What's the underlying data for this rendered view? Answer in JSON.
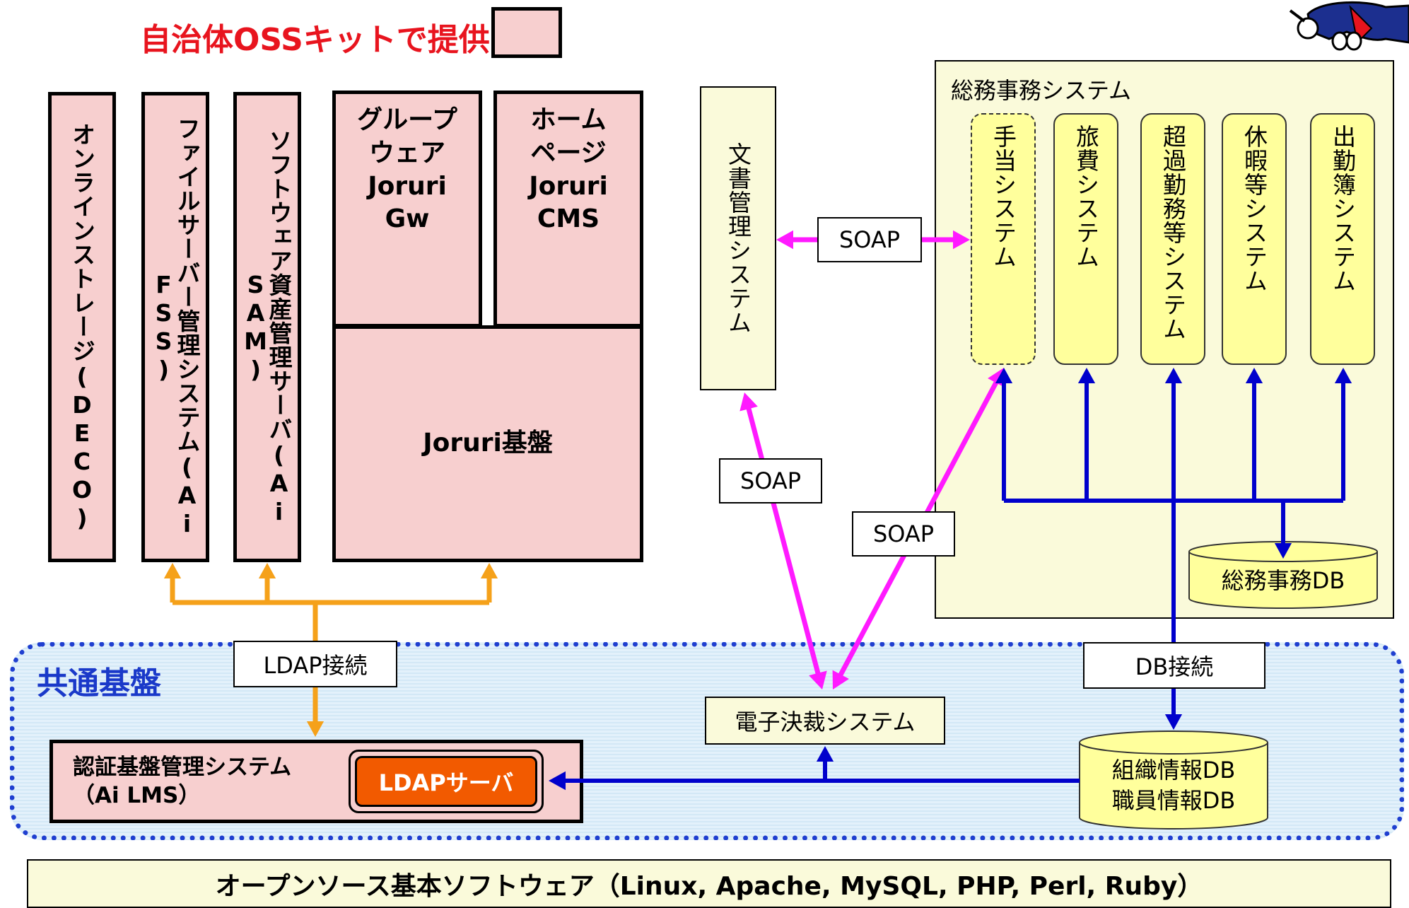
{
  "legend": {
    "text": "自治体OSSキットで提供"
  },
  "products": {
    "deco": "オンラインストレージ(DECO)",
    "fss": "ファイルサーバー管理システム(Ai FSS)",
    "sam": "ソフトウェア資産管理サーバ(Ai SAM)",
    "groupware": [
      "グループ",
      "ウェア",
      "Joruri",
      "Gw"
    ],
    "homepage": [
      "ホーム",
      "ページ",
      "Joruri",
      "CMS"
    ],
    "joruri_base": "Joruri基盤"
  },
  "document_system": "文書管理システム",
  "soumu": {
    "title": "総務事務システム",
    "systems": [
      "手当システム",
      "旅費システム",
      "超過勤務等システム",
      "休暇等システム",
      "出勤簿システム"
    ],
    "db": "総務事務DB"
  },
  "connections": {
    "soap_top": "SOAP",
    "soap_left": "SOAP",
    "soap_right": "SOAP",
    "ldap": "LDAP接続",
    "db": "DB接続"
  },
  "common": {
    "title": "共通基盤",
    "auth_system": [
      "認証基盤管理システム",
      "（Ai LMS）"
    ],
    "ldap_server": "LDAPサーバ",
    "ekessai": "電子決裁システム",
    "org_db": [
      "組織情報DB",
      "職員情報DB"
    ]
  },
  "base_software": "オープンソース基本ソフトウェア（Linux, Apache, MySQL, PHP, Perl, Ruby）",
  "colors": {
    "provided_fill": "#f7cfcf",
    "ldap_arrow": "#f5a11a",
    "soap_arrow": "#ff1aff",
    "db_arrow": "#0000cc",
    "common_border": "#1f3fd0",
    "ldap_server_fill": "#f25a00",
    "legend_text": "#e8141e"
  }
}
